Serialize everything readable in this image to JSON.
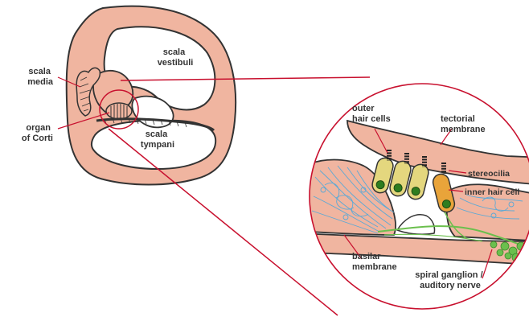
{
  "colors": {
    "tissue": "#f0b5a0",
    "outline": "#333333",
    "pointer": "#c8102e",
    "nerve_fibers": "#5aa9d6",
    "outer_hair_cell": "#e4d77e",
    "inner_hair_cell": "#e9a43a",
    "ganglion": "#6bbf4d"
  },
  "labels": {
    "scala_vestibuli": [
      "scala",
      "vestibuli"
    ],
    "scala_media": [
      "scala",
      "media"
    ],
    "organ_of_corti": [
      "organ",
      "of Corti"
    ],
    "scala_tympani": [
      "scala",
      "tympani"
    ],
    "outer_hair_cells": [
      "outer",
      "hair cells"
    ],
    "tectorial_membrane": [
      "tectorial",
      "membrane"
    ],
    "stereocilia": [
      "stereocilia"
    ],
    "inner_hair_cell": [
      "inner hair cell"
    ],
    "basilar_membrane": [
      "basilar",
      "membrane"
    ],
    "spiral_ganglion": [
      "spiral ganglion /",
      "auditory nerve"
    ]
  },
  "icons": {
    "cochlea_cross_section": "cochlea-section-icon",
    "magnified_organ": "organ-of-corti-detail-icon"
  }
}
